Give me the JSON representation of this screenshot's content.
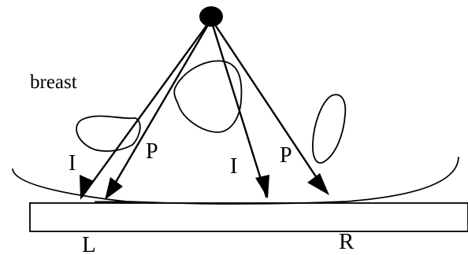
{
  "diagram": {
    "labels": {
      "breast": "breast",
      "left_incident": "I",
      "left_projected": "P",
      "right_incident": "I",
      "right_projected": "P",
      "left_side": "L",
      "right_side": "R"
    },
    "colors": {
      "ink": "#000000",
      "background": "#ffffff"
    }
  }
}
